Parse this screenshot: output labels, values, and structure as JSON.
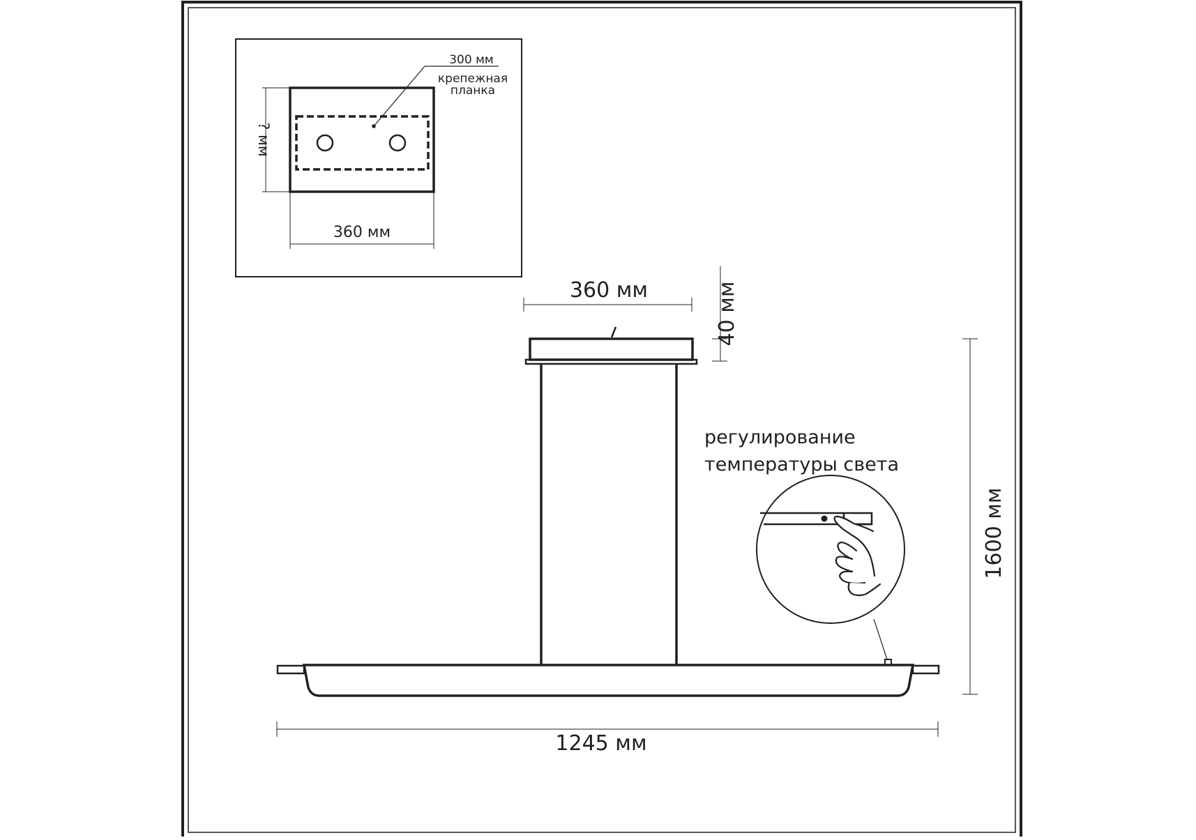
{
  "mount_inset": {
    "plate_length": "300 мм",
    "plate_label_line1": "крепежная",
    "plate_label_line2": "планка",
    "height_label": "? мм",
    "width_label": "360 мм"
  },
  "main_view": {
    "canopy_width": "360 мм",
    "canopy_height": "40 мм",
    "total_height": "1600 мм",
    "total_length": "1245 мм"
  },
  "callout": {
    "line1": "регулирование",
    "line2": "температуры света"
  },
  "colors": {
    "line": "#231f20",
    "background": "#ffffff"
  }
}
